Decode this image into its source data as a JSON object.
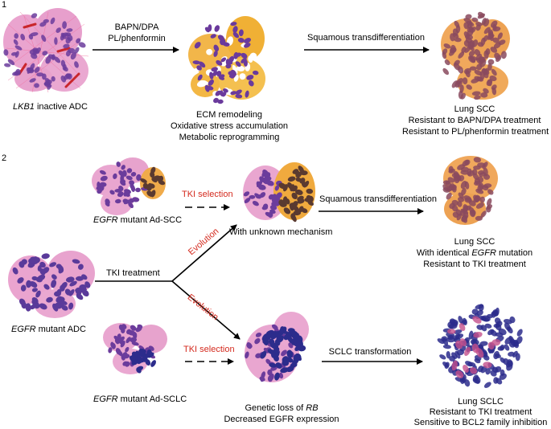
{
  "section1": {
    "number": "1",
    "drug_label_line1": "BAPN/DPA",
    "drug_label_line2": "PL/phenformin",
    "start_label_italic": "LKB1",
    "start_label_rest": " inactive ADC",
    "transition_label": "Squamous transdifferentiation",
    "middle_lines": [
      "ECM remodeling",
      "Oxidative stress accumulation",
      "Metabolic reprogramming"
    ],
    "end_lines": [
      "Lung SCC",
      "Resistant to BAPN/DPA treatment",
      "Resistant to PL/phenformin treatment"
    ]
  },
  "section2": {
    "number": "2",
    "ad_scc_italic": "EGFR",
    "ad_scc_rest": " mutant Ad-SCC",
    "tki_selection_top": "TKI selection",
    "unknown_mechanism": "With unknown mechanism",
    "squamous_label": "Squamous transdifferentiation",
    "scc_line1": "Lung SCC",
    "scc_line2_pre": "With identical ",
    "scc_line2_italic": "EGFR",
    "scc_line2_post": " mutation",
    "scc_line3": "Resistant to TKI treatment",
    "adc_italic": "EGFR",
    "adc_rest": " mutant ADC",
    "tki_treatment": "TKI treatment",
    "evolution_top": "Evolution",
    "evolution_bottom": "Evolution",
    "ad_sclc_italic": "EGFR",
    "ad_sclc_rest": " mutant Ad-SCLC",
    "tki_selection_bottom": "TKI selection",
    "sclc_transformation": "SCLC transformation",
    "genetic_pre": "Genetic loss of ",
    "genetic_italic": "RB",
    "decreased": "Decreased  EGFR expression",
    "sclc_lines": [
      "Lung SCLC",
      "Resistant to TKI treatment",
      "Sensitive to BCL2 family inhibition"
    ]
  },
  "colors": {
    "pink_cytoplasm": "#e9a8cf",
    "purple_nucleus": "#6a3a9c",
    "orange_stroma": "#f1b13b",
    "brown_nucleus": "#8a4a2c",
    "blue_nucleus": "#2c2c8c",
    "red_fibre": "#d8322a",
    "red_label": "#d42a1e"
  }
}
